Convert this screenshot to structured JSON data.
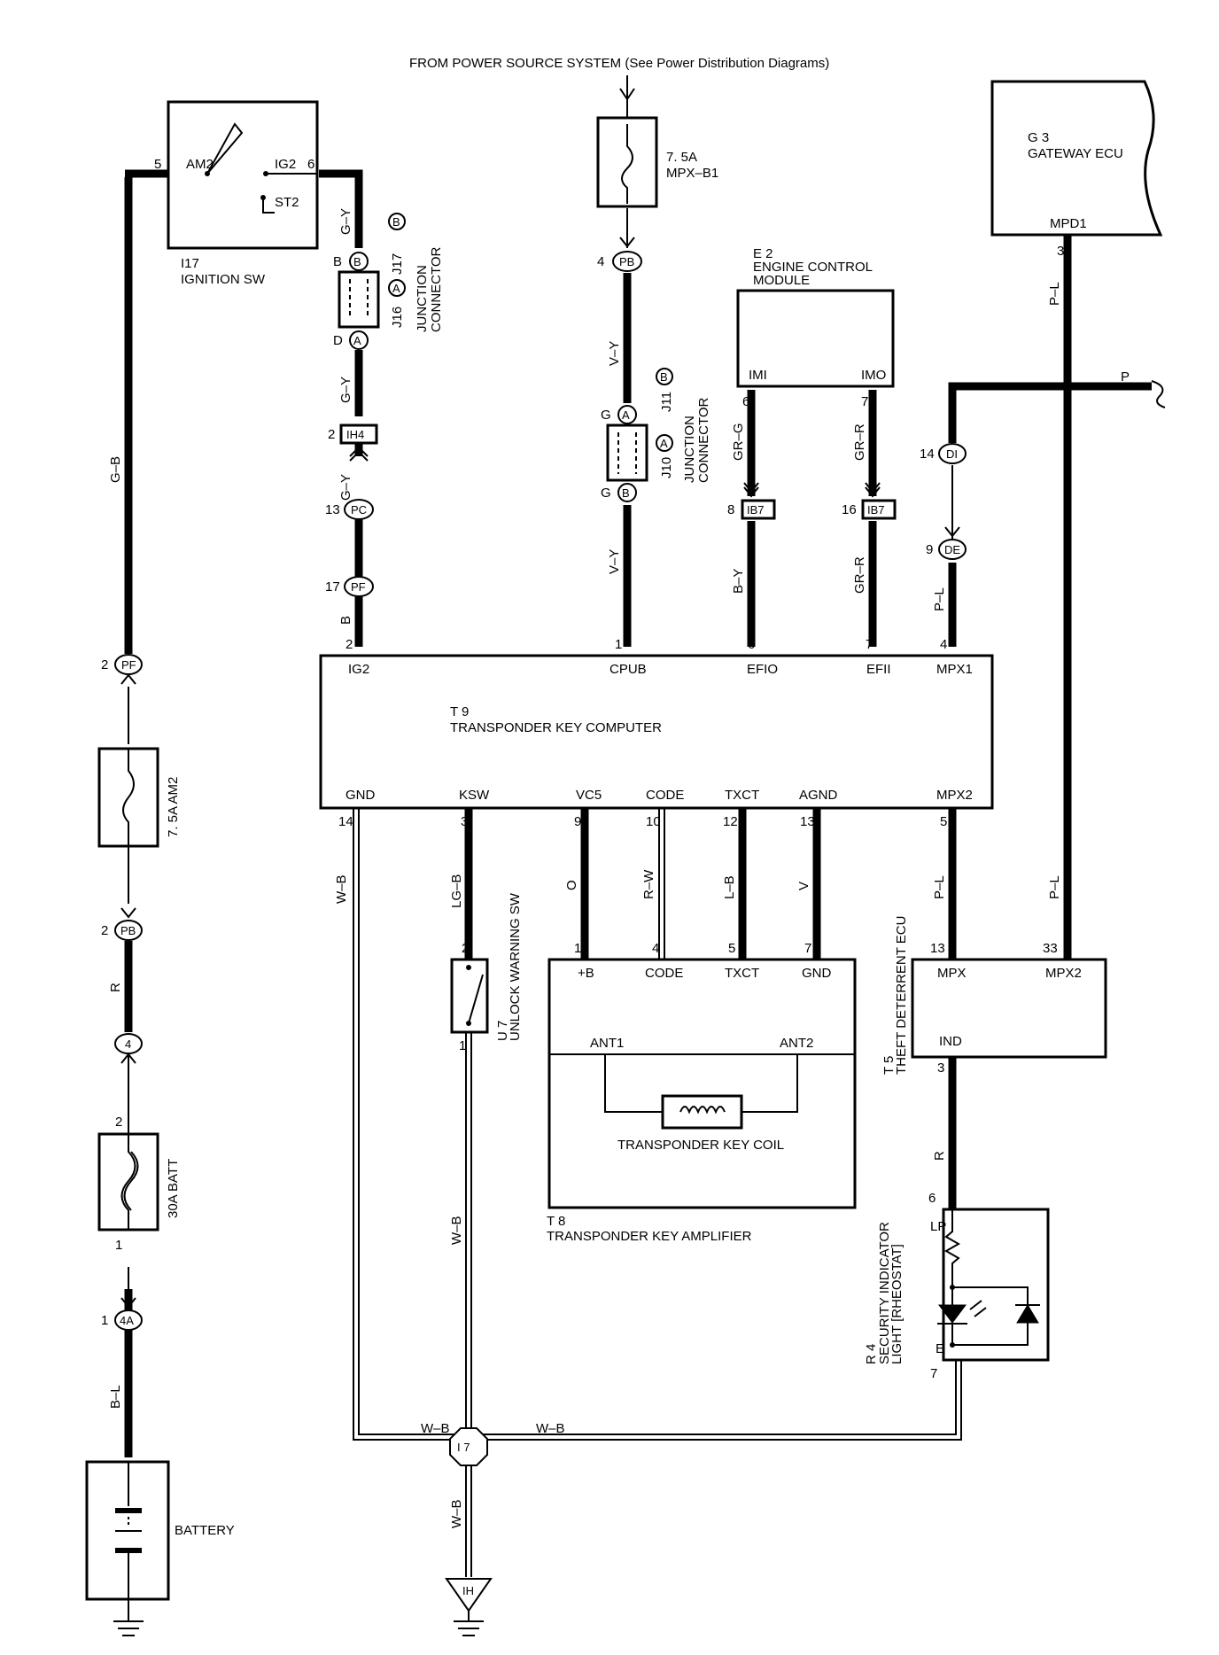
{
  "header": {
    "power_source": "FROM POWER SOURCE SYSTEM (See Power Distribution Diagrams)"
  },
  "components": {
    "ignition_sw": {
      "id": "I17",
      "name": "IGNITION SW",
      "am2": "AM2",
      "ig2": "IG2",
      "st2": "ST2",
      "pin_am2": "5",
      "pin_ig2": "6"
    },
    "fuse_mpx_b1": {
      "rating": "7. 5A",
      "name": "MPX–B1"
    },
    "gateway": {
      "id": "G 3",
      "name": "GATEWAY ECU",
      "mpd1": "MPD1",
      "pin": "3"
    },
    "ecm": {
      "id": "E 2",
      "name1": "ENGINE CONTROL",
      "name2": "MODULE",
      "imi": "IMI",
      "imo": "IMO",
      "pin_imi": "6",
      "pin_imo": "7"
    },
    "junction_left": {
      "j17": "J17",
      "j16": "J16",
      "label1": "JUNCTION",
      "label2": "CONNECTOR",
      "top": "B",
      "bottom": "D",
      "conn_b": "B",
      "conn_a": "A"
    },
    "junction_mid": {
      "j11": "J11",
      "j10": "J10",
      "label1": "JUNCTION",
      "label2": "CONNECTOR",
      "top": "G",
      "bottom": "G",
      "conn_a": "A",
      "conn_b": "B"
    },
    "transponder_computer": {
      "id": "T 9",
      "name": "TRANSPONDER KEY COMPUTER",
      "top_pins": [
        {
          "label": "IG2",
          "pin": "2"
        },
        {
          "label": "CPUB",
          "pin": "1"
        },
        {
          "label": "EFIO",
          "pin": "6"
        },
        {
          "label": "EFII",
          "pin": "7"
        },
        {
          "label": "MPX1",
          "pin": "4"
        }
      ],
      "bottom_pins": [
        {
          "label": "GND",
          "pin": "14"
        },
        {
          "label": "KSW",
          "pin": "3"
        },
        {
          "label": "VC5",
          "pin": "9"
        },
        {
          "label": "CODE",
          "pin": "10"
        },
        {
          "label": "TXCT",
          "pin": "12"
        },
        {
          "label": "AGND",
          "pin": "13"
        },
        {
          "label": "MPX2",
          "pin": "5"
        }
      ]
    },
    "amplifier": {
      "id": "T 8",
      "name": "TRANSPONDER KEY AMPLIFIER",
      "coil": "TRANSPONDER KEY COIL",
      "pins": [
        {
          "label": "+B",
          "pin": "1"
        },
        {
          "label": "CODE",
          "pin": "4"
        },
        {
          "label": "TXCT",
          "pin": "5"
        },
        {
          "label": "GND",
          "pin": "7"
        }
      ],
      "ant1": "ANT1",
      "ant2": "ANT2"
    },
    "theft_ecu": {
      "id": "T 5",
      "name": "THEFT DETERRENT ECU",
      "mpx": "MPX",
      "mpx2": "MPX2",
      "ind": "IND",
      "pin_mpx": "13",
      "pin_mpx2": "33",
      "pin_ind": "3"
    },
    "unlock_sw": {
      "id": "U 7",
      "name": "UNLOCK WARNING SW",
      "pin_top": "2",
      "pin_bottom": "1"
    },
    "security_light": {
      "id": "R 4",
      "name1": "SECURITY INDICATOR",
      "name2": "LIGHT [RHEOSTAT]",
      "lp": "LP",
      "e": "E",
      "pin_lp": "6",
      "pin_e": "7"
    },
    "battery": {
      "name": "BATTERY"
    },
    "fuse_am2": {
      "name": "7. 5A AM2"
    },
    "fuse_batt": {
      "name": "30A BATT",
      "pin_top": "2",
      "pin_bottom": "1"
    }
  },
  "connectors": {
    "pb_top": {
      "pin": "4",
      "code": "PB"
    },
    "ih4": {
      "pin": "2",
      "code": "IH4"
    },
    "pc": {
      "pin": "13",
      "code": "PC"
    },
    "pf_mid": {
      "pin": "17",
      "code": "PF"
    },
    "ib7_a": {
      "pin": "8",
      "code": "IB7"
    },
    "ib7_b": {
      "pin": "16",
      "code": "IB7"
    },
    "di": {
      "pin": "14",
      "code": "DI"
    },
    "de": {
      "pin": "9",
      "code": "DE"
    },
    "pf_left": {
      "pin": "2",
      "code": "PF"
    },
    "pb_left": {
      "pin": "2",
      "code": "PB"
    },
    "c4": {
      "code": "4"
    },
    "c4a": {
      "pin": "1",
      "code": "4A"
    },
    "i7": {
      "code": "I 7"
    },
    "ih_ground": {
      "code": "IH"
    }
  },
  "wires": {
    "g_b": "G–B",
    "g_y1": "G–Y",
    "g_y2": "G–Y",
    "g_y3": "G–Y",
    "b1": "B",
    "v_y1": "V–Y",
    "v_y2": "V–Y",
    "gr_g": "GR–G",
    "gr_r1": "GR–R",
    "gr_r2": "GR–R",
    "b_y": "B–Y",
    "p_l1": "P–L",
    "p_l2": "P–L",
    "p_l3": "P–L",
    "p_l4": "P–L",
    "p": "P",
    "w_b1": "W–B",
    "lg_b": "LG–B",
    "o": "O",
    "r_w": "R–W",
    "l_b": "L–B",
    "v": "V",
    "r1": "R",
    "r2": "R",
    "b_l": "B–L",
    "w_b2": "W–B",
    "w_b3": "W–B",
    "w_b4": "W–B",
    "w_b5": "W–B"
  }
}
